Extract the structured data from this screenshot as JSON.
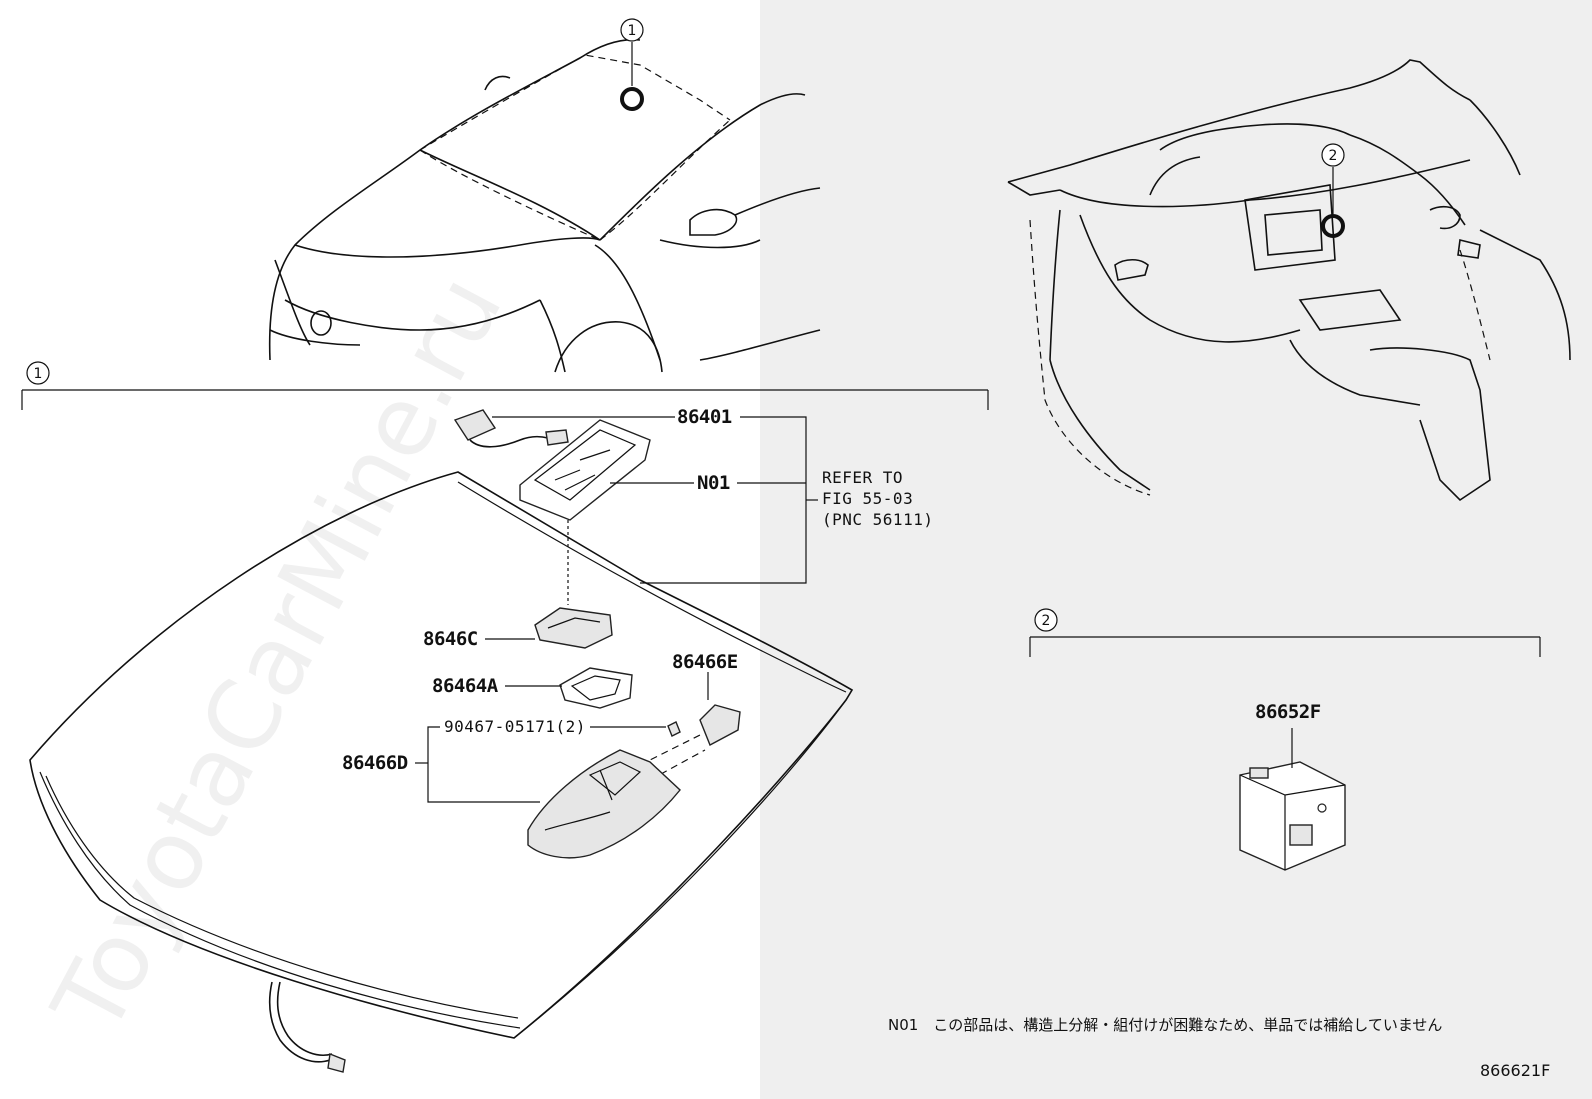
{
  "callouts": {
    "c1_top": "1",
    "c2_top": "2",
    "c1_section": "1",
    "c2_section": "2"
  },
  "parts": {
    "p86401": "86401",
    "pN01": "N01",
    "p8646C": "8646C",
    "p86464A": "86464A",
    "p86466E": "86466E",
    "p90467": "90467-05171(2)",
    "p86466D": "86466D",
    "p86652F": "86652F"
  },
  "refer": {
    "line1": "REFER TO",
    "line2": "FIG 55-03",
    "line3": "(PNC 56111)"
  },
  "note": "N01　この部品は、構造上分解・組付けが困難なため、単品では補給していません",
  "figure_number": "866621F",
  "watermark": "ToyotaCarMine.ru"
}
